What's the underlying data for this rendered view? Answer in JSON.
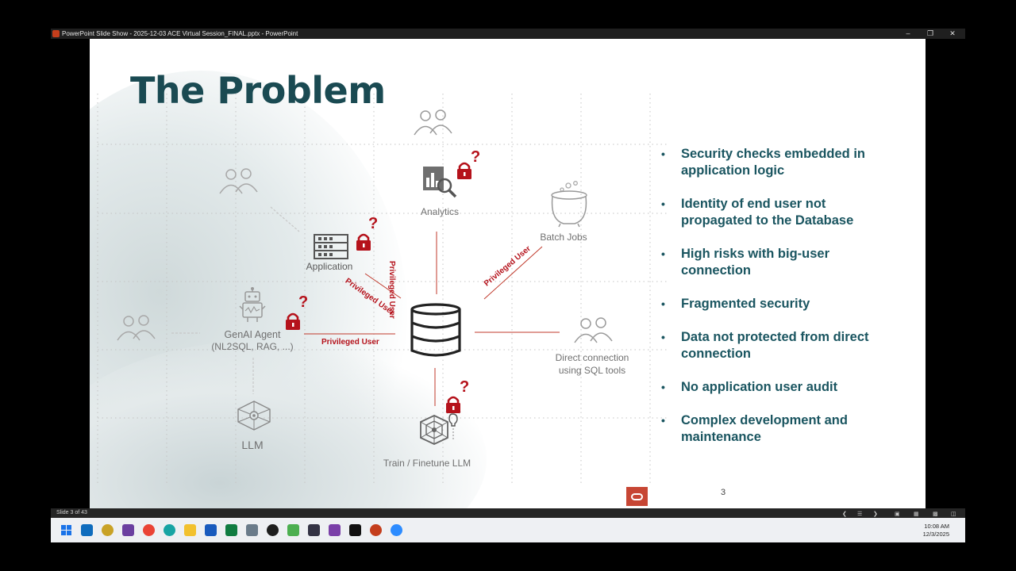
{
  "window": {
    "title": "PowerPoint Slide Show  -  2025-12-03 ACE Virtual Session_FINAL.pptx - PowerPoint",
    "controls": {
      "minimize": "–",
      "restore": "❐",
      "close": "✕"
    }
  },
  "slide": {
    "title": "The Problem",
    "page_number": "3",
    "nodes": {
      "analytics": "Analytics",
      "batch_jobs": "Batch Jobs",
      "application": "Application",
      "genai_line1": "GenAI Agent",
      "genai_line2": "(NL2SQL, RAG, ...)",
      "llm": "LLM",
      "direct_line1": "Direct connection",
      "direct_line2": "using SQL tools",
      "train": "Train / Finetune LLM"
    },
    "privileged_labels": {
      "vertical": "Privileged User",
      "diagonal_right": "Privileged User",
      "diagonal_left": "Privileged User",
      "horizontal": "Privileged User"
    },
    "question_mark": "?",
    "bullets": [
      "Security checks embedded in application logic",
      "Identity of end user not propagated to the Database",
      "High risks with big-user connection",
      "Fragmented security",
      "Data not protected from direct connection",
      "No application user audit",
      "Complex development and maintenance"
    ],
    "bullet_symbol": "•",
    "colors": {
      "accent_red": "#b5121b",
      "title_teal": "#1a4a52",
      "bullet_teal": "#1a5560",
      "oracle_red": "#c74634"
    }
  },
  "statusbar": {
    "slide_info": "Slide 3 of 43"
  },
  "taskbar": {
    "time": "10:08 AM",
    "date": "12/3/2025"
  }
}
